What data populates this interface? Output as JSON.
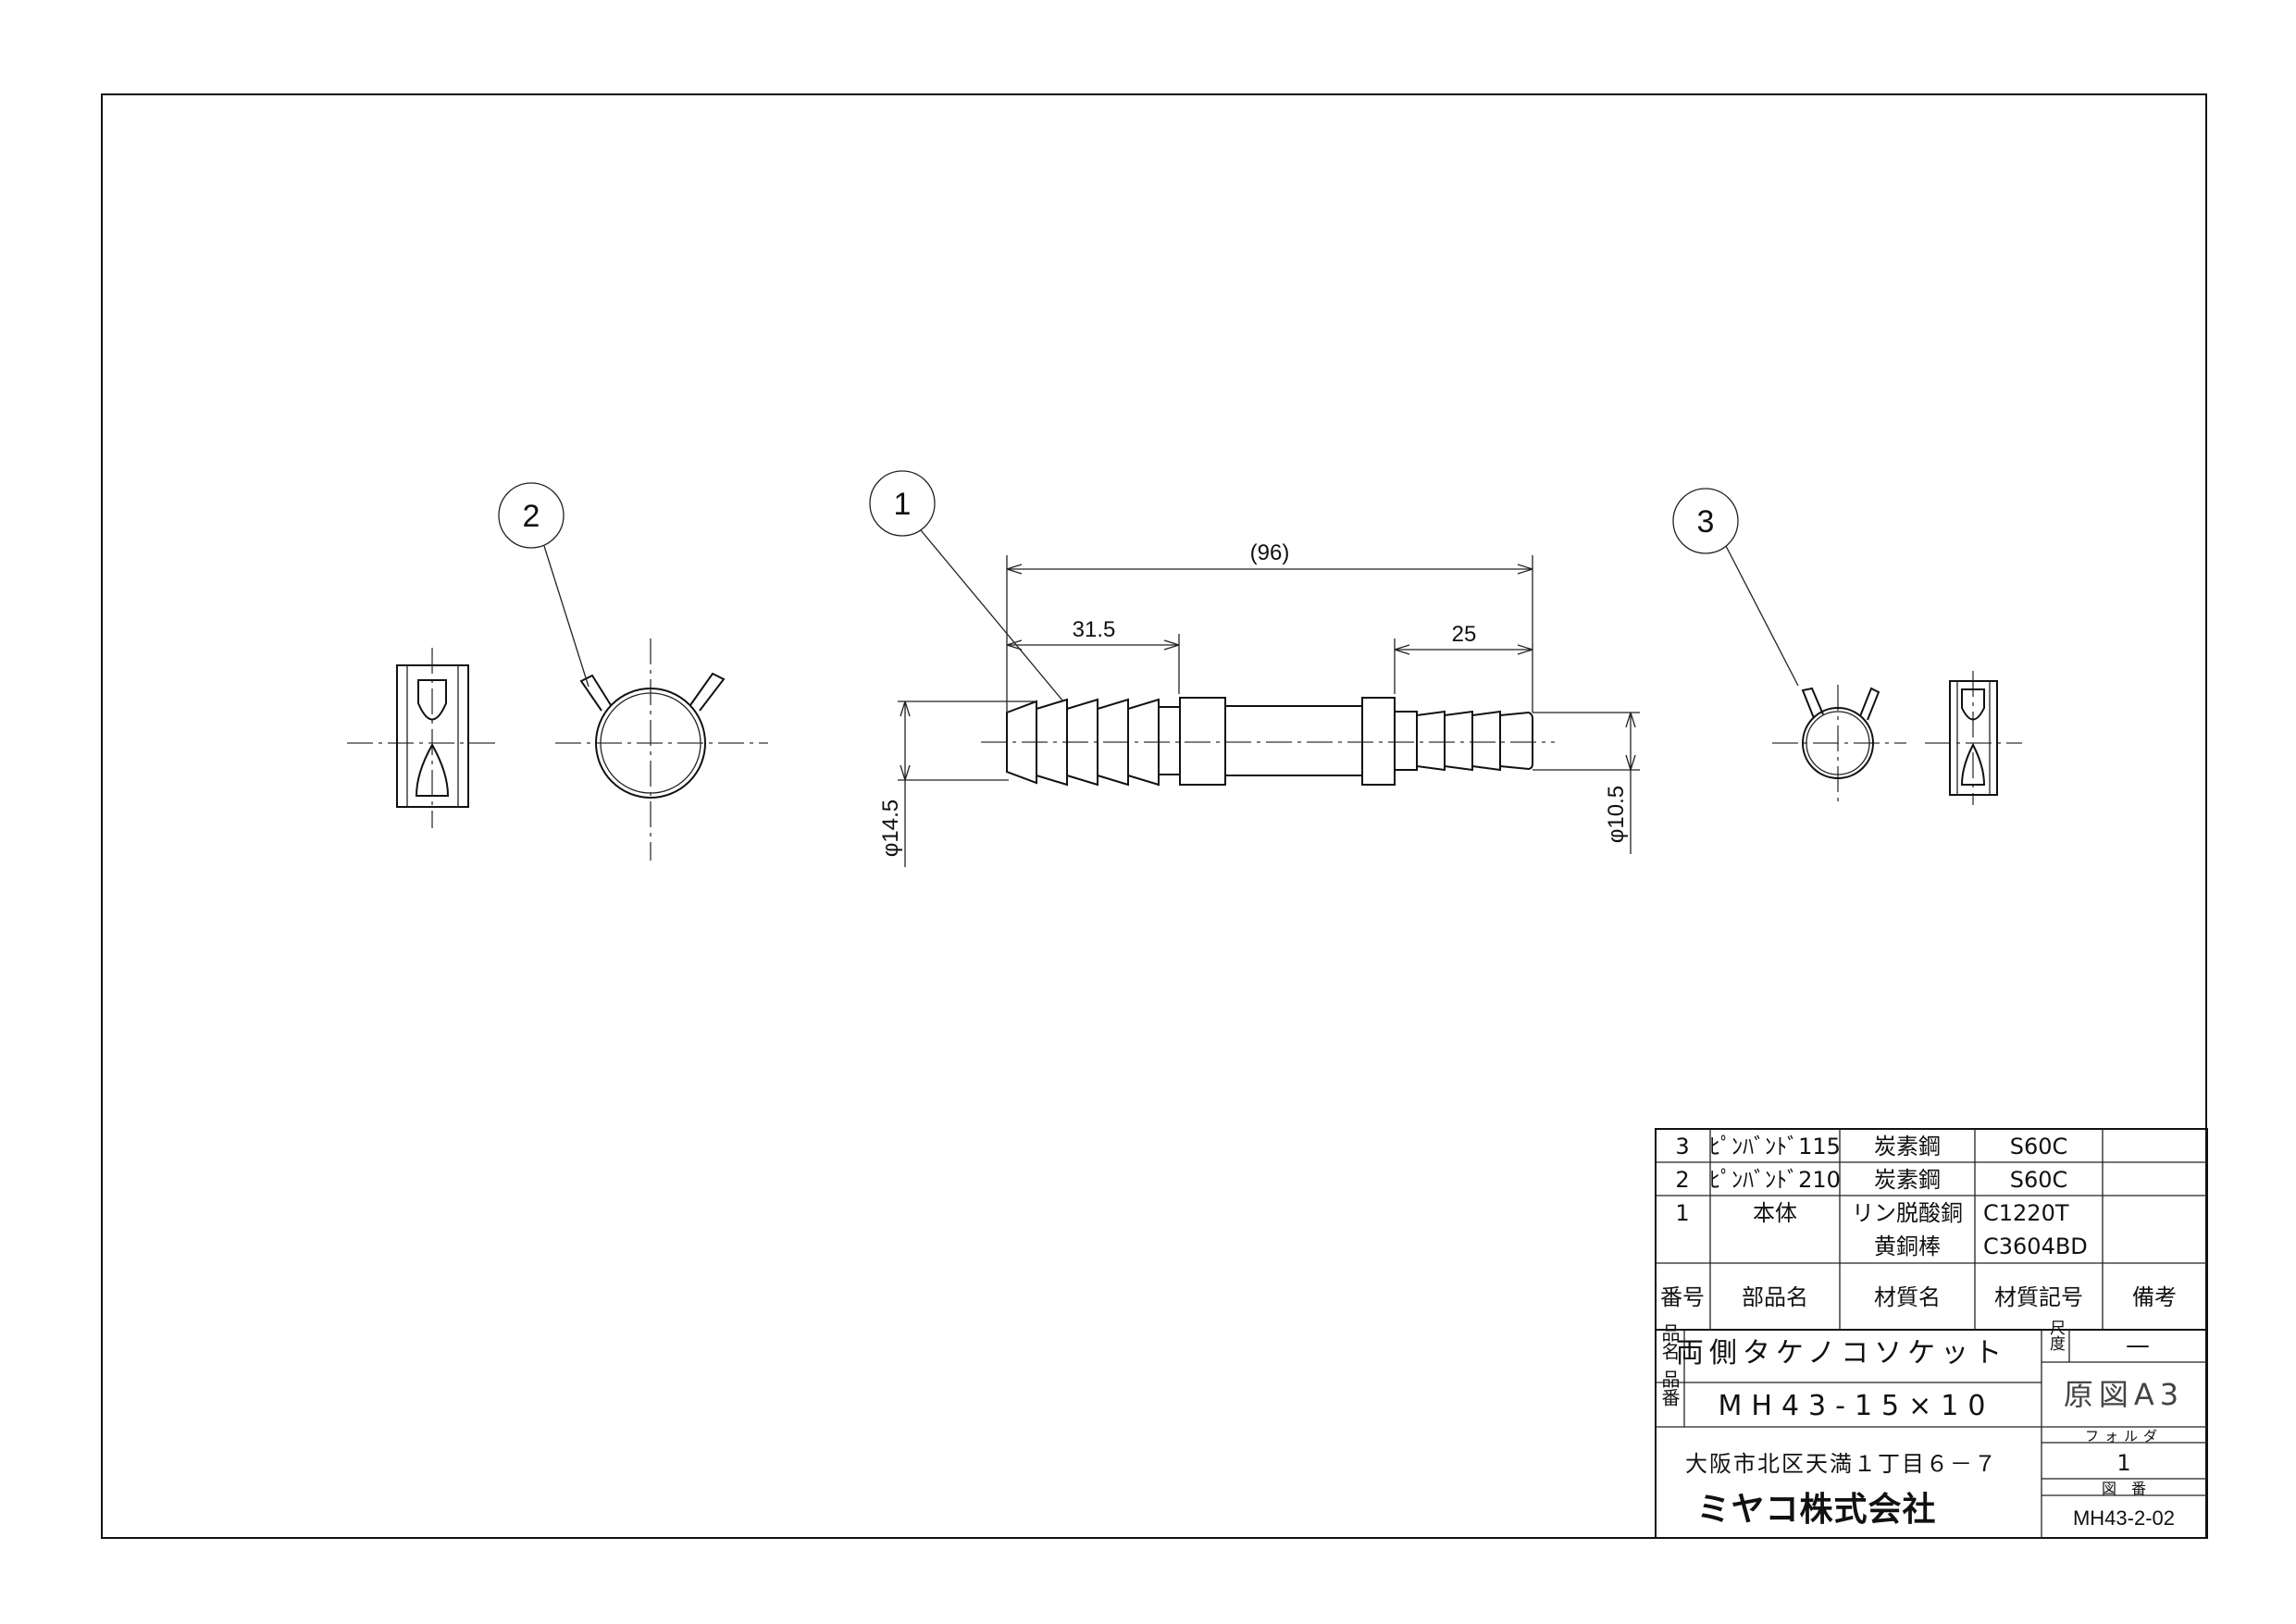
{
  "balloons": [
    "1",
    "2",
    "3"
  ],
  "dimensions": {
    "overall": "(96)",
    "left_barb": "31.5",
    "right_barb": "25",
    "left_dia": "φ14.5",
    "right_dia": "φ10.5"
  },
  "parts_table": {
    "headers": [
      "番号",
      "部品名",
      "材質名",
      "材質記号",
      "備考"
    ],
    "rows": [
      {
        "no": "3",
        "name": "ﾋﾟﾝﾊﾞﾝﾄﾞ115",
        "material": "炭素鋼",
        "code": "S60C",
        "note": ""
      },
      {
        "no": "2",
        "name": "ﾋﾟﾝﾊﾞﾝﾄﾞ210",
        "material": "炭素鋼",
        "code": "S60C",
        "note": ""
      },
      {
        "no": "1",
        "name": "本体",
        "material": "リン脱酸銅",
        "code": "C1220T",
        "note": "",
        "material2": "黄銅棒",
        "code2": "C3604BD"
      }
    ]
  },
  "title_block": {
    "name_label": "品名",
    "name": "両側タケノコソケット",
    "number_label": "品番",
    "number": "MH43-15×10",
    "scale_label": "尺度",
    "scale": "—",
    "original": "原図A3",
    "folder_label": "フォルダ",
    "folder": "1",
    "drawing_no_label": "図　番",
    "drawing_no": "MH43-2-02",
    "address": "大阪市北区天満１丁目６－７",
    "company": "ミヤコ株式会社"
  }
}
